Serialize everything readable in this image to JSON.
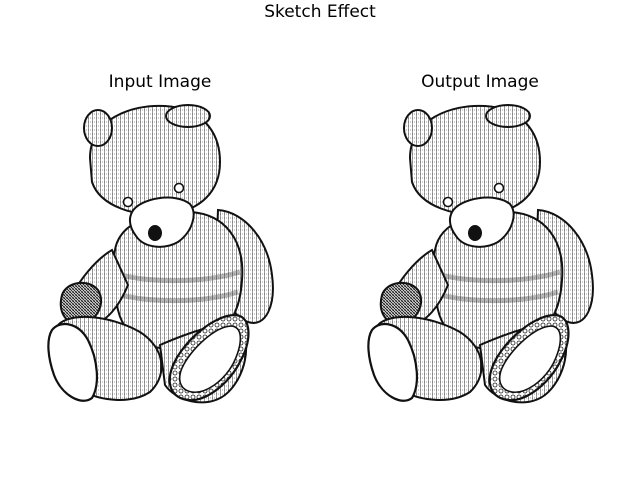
{
  "figure": {
    "title": "Sketch Effect"
  },
  "panels": [
    {
      "title": "Input Image",
      "image": "teddy-bear-crosshatch-sketch"
    },
    {
      "title": "Output Image",
      "image": "teddy-bear-crosshatch-sketch"
    }
  ],
  "colors": {
    "ink": "#111111",
    "paper": "#ffffff"
  }
}
